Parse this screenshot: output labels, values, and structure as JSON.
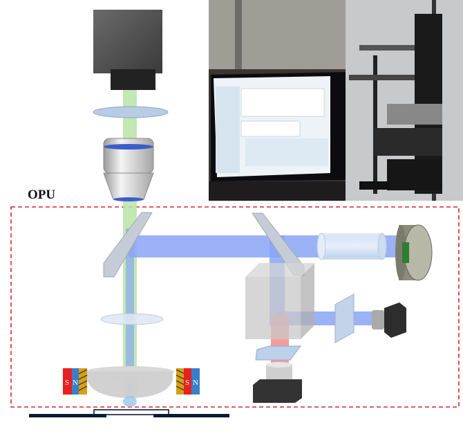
{
  "labels": {
    "opu": "OPU"
  },
  "magnets": {
    "left": {
      "s": "S",
      "n": "N"
    },
    "right": {
      "s": "S",
      "n": "N"
    }
  },
  "colors": {
    "beam_green": "#a8dc9a",
    "beam_blue": "#7f9cf5",
    "beam_red": "#f08080",
    "dashed_box": "#d9262c",
    "magnet_red": "#e8201f",
    "magnet_blue": "#3a7ec8",
    "coil": "#d4a017"
  }
}
